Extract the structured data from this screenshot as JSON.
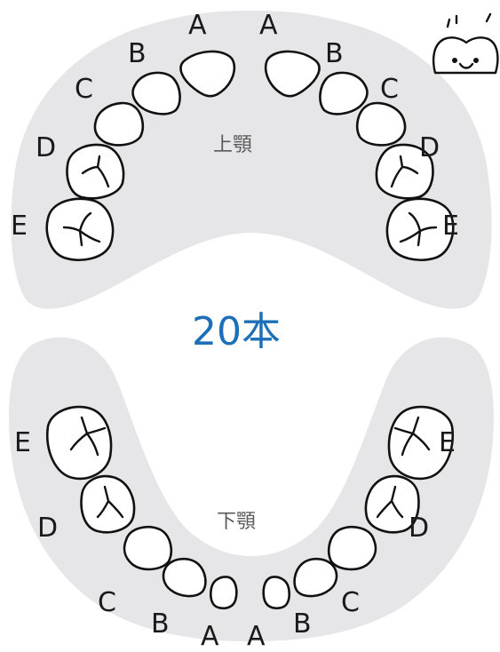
{
  "total_count": "20本",
  "upper_jaw": {
    "label": "上顎",
    "left_letters": [
      "A",
      "B",
      "C",
      "D",
      "E"
    ],
    "right_letters": [
      "A",
      "B",
      "C",
      "D",
      "E"
    ]
  },
  "lower_jaw": {
    "label": "下顎",
    "left_letters": [
      "A",
      "B",
      "C",
      "D",
      "E"
    ],
    "right_letters": [
      "A",
      "B",
      "C",
      "D",
      "E"
    ]
  },
  "colors": {
    "gum_area": "#e6e6e8",
    "count_text": "#1d6fb8",
    "jaw_label_text": "#5a5a5a"
  },
  "icons": {
    "mascot": "smiling-tooth-mascot-icon"
  }
}
